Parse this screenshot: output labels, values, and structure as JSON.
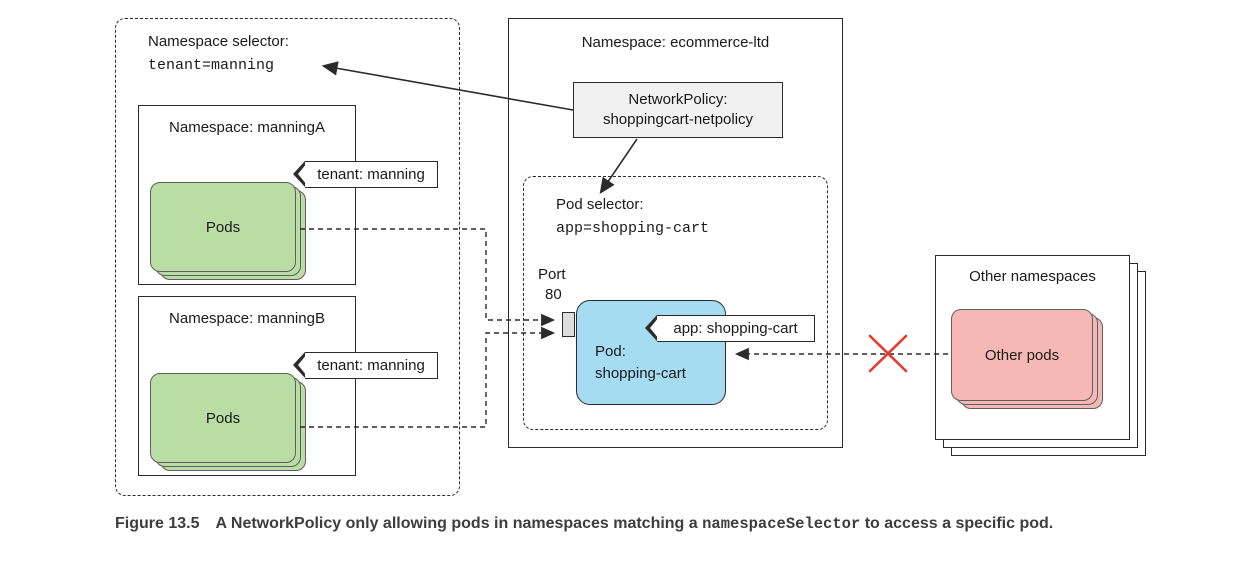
{
  "diagram": {
    "selector_label": "Namespace selector:",
    "selector_value": "tenant=manning",
    "ns_a_title": "Namespace: manningA",
    "ns_a_tag": "tenant: manning",
    "ns_a_pods": "Pods",
    "ns_b_title": "Namespace: manningB",
    "ns_b_tag": "tenant: manning",
    "ns_b_pods": "Pods",
    "ecom_title": "Namespace: ecommerce-ltd",
    "netpolicy_l1": "NetworkPolicy:",
    "netpolicy_l2": "shoppingcart-netpolicy",
    "pod_selector_label": "Pod selector:",
    "pod_selector_value": "app=shopping-cart",
    "port_label": "Port",
    "port_value": "80",
    "pod_tag": "app: shopping-cart",
    "pod_l1": "Pod:",
    "pod_l2": "shopping-cart",
    "other_ns_title": "Other namespaces",
    "other_pods": "Other pods"
  },
  "caption": {
    "label": "Figure 13.5",
    "before_code": "A NetworkPolicy only allowing pods in namespaces matching a ",
    "code": "namespaceSelector",
    "after_code": " to access a specific pod."
  },
  "colors": {
    "pods_green": "#b9dda4",
    "pod_blue": "#a6dcf2",
    "other_pink": "#f6b8b4",
    "netpolicy_gray": "#f1f1f1",
    "blocked_red": "#e23b2e"
  }
}
